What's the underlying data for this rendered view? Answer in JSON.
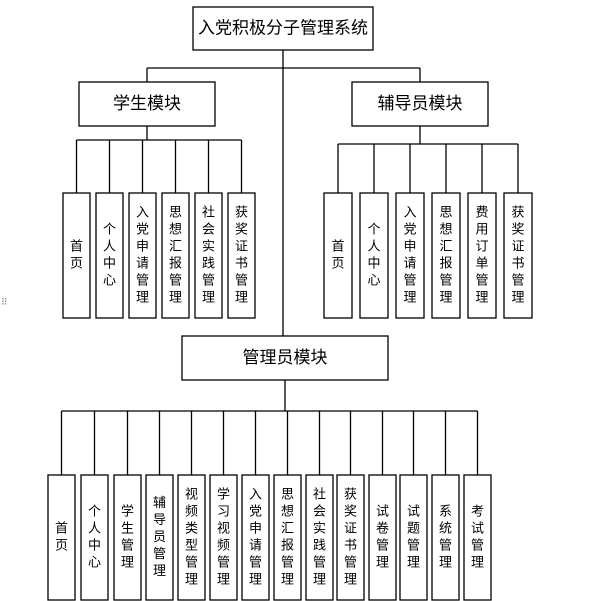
{
  "diagram": {
    "root": "入党积极分子管理系统",
    "modules": [
      {
        "id": "student",
        "title": "学生模块",
        "children": [
          "首页",
          "个人中心",
          "入党申请管理",
          "思想汇报管理",
          "社会实践管理",
          "获奖证书管理"
        ]
      },
      {
        "id": "counselor",
        "title": "辅导员模块",
        "children": [
          "首页",
          "个人中心",
          "入党申请管理",
          "思想汇报管理",
          "费用订单管理",
          "获奖证书管理"
        ]
      },
      {
        "id": "admin",
        "title": "管理员模块",
        "children": [
          "首页",
          "个人中心",
          "学生管理",
          "辅导员管理",
          "视频类型管理",
          "学习视频管理",
          "入党申请管理",
          "思想汇报管理",
          "社会实践管理",
          "获奖证书管理",
          "试卷管理",
          "试题管理",
          "系统管理",
          "考试管理"
        ]
      }
    ]
  },
  "side_handle_glyph": "⠿"
}
